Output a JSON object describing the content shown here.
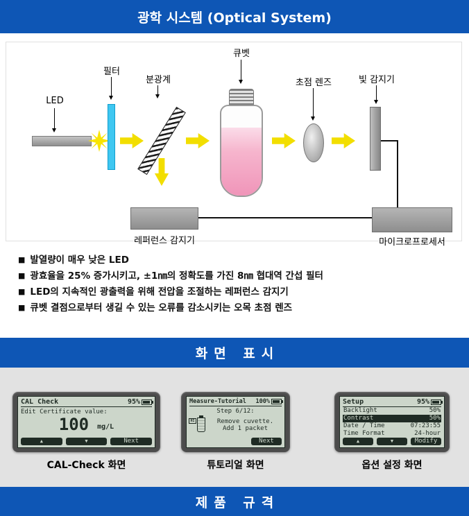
{
  "sections": {
    "optical": {
      "title": "광학 시스템 (Optical System)"
    },
    "display": {
      "title": "화면 표시"
    },
    "specs": {
      "title": "제품 규격"
    }
  },
  "diagram": {
    "labels": {
      "led": "LED",
      "filter": "필터",
      "spectrometer": "분광계",
      "cuvette": "큐벳",
      "focus_lens": "초점 렌즈",
      "light_detector": "빛 감지기",
      "reference_detector": "레퍼런스 감지기",
      "microprocessor": "마이크로프로세서"
    }
  },
  "features": {
    "marker": "■",
    "items": [
      "발열량이 매우 낮은 LED",
      "광효율을 25% 증가시키고, ±1㎚의 정확도를 가진 8㎚ 협대역 간섭 필터",
      "LED의 지속적인 광출력을 위해 전압을 조절하는 레퍼런스 감지기",
      "큐벳 결점으로부터 생길 수 있는 오류를 감소시키는 오목 초점 렌즈"
    ]
  },
  "screens": [
    {
      "title": "CAL Check",
      "battery": "95%",
      "body_line": "Edit Certificate value:",
      "value": "100",
      "unit": "mg/L",
      "buttons": {
        "up": "▲",
        "down": "▼",
        "action": "Next"
      },
      "caption": "CAL-Check 화면"
    },
    {
      "title": "Measure-Tutorial",
      "battery": "100%",
      "step": "Step 6/12:",
      "line1": "Remove cuvette.",
      "line2": "Add 1 packet",
      "icon_label": "HI",
      "buttons": {
        "action": "Next"
      },
      "caption": "튜토리얼 화면"
    },
    {
      "title": "Setup",
      "battery": "95%",
      "rows": [
        {
          "label": "Backlight",
          "value": "50%"
        },
        {
          "label": "Contrast",
          "value": "50%"
        },
        {
          "label": "Date / Time",
          "value": "07:23:55"
        },
        {
          "label": "Time Format",
          "value": "24-hour"
        }
      ],
      "buttons": {
        "up": "▲",
        "down": "▼",
        "action": "Modify"
      },
      "caption": "옵션 설정 화면"
    }
  ],
  "colors": {
    "banner_blue": "#0e56b5",
    "arrow_yellow": "#f2de00",
    "filter_cyan": "#3fc7f1",
    "liquid_pink": "#f6b5cd",
    "lcd_background": "#ccd6ca",
    "lcd_dark": "#1f2b24"
  }
}
